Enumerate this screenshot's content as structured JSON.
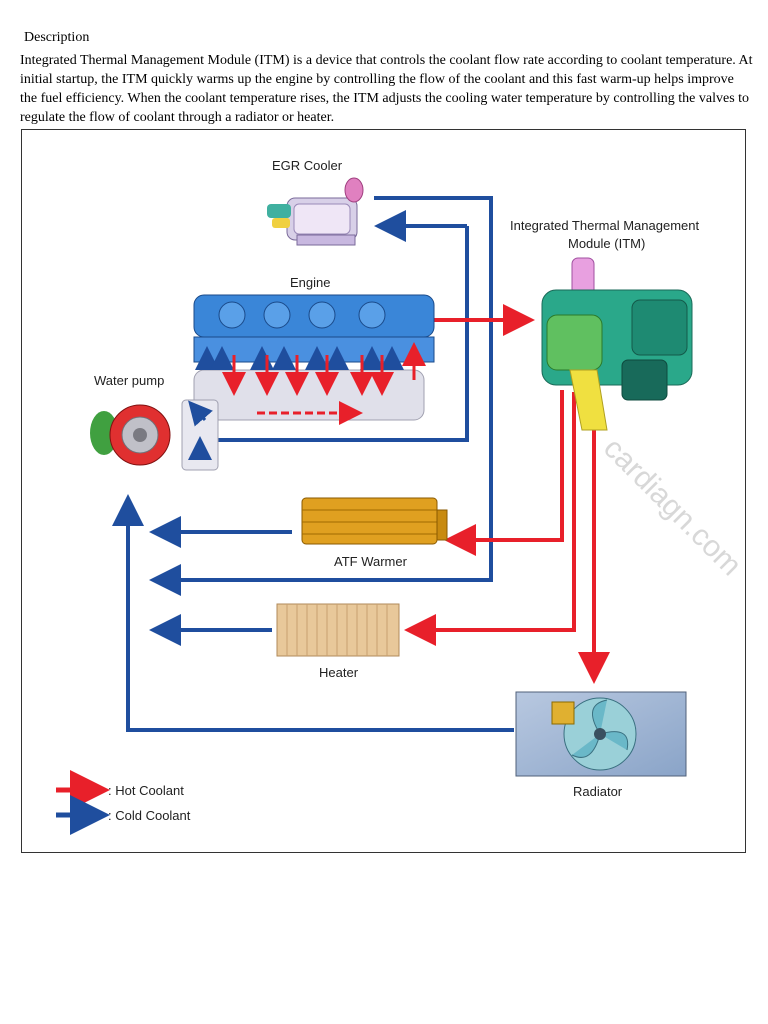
{
  "header": "Description",
  "description": "Integrated Thermal Management Module (ITM) is a device that controls the coolant flow rate according to coolant temperature. At initial startup, the ITM quickly warms up the engine by controlling the flow of the coolant and this fast warm-up helps improve the fuel efficiency. When the coolant temperature rises, the ITM adjusts the cooling water temperature by controlling the valves to regulate the flow of coolant through a radiator or heater.",
  "diagram": {
    "labels": {
      "egr_cooler": "EGR Cooler",
      "itm_line1": "Integrated Thermal Management",
      "itm_line2": "Module (ITM)",
      "engine": "Engine",
      "water_pump": "Water pump",
      "atf_warmer": "ATF Warmer",
      "heater": "Heater",
      "radiator": "Radiator"
    },
    "legend": {
      "hot": ": Hot Coolant",
      "cold": ": Cold Coolant"
    },
    "watermark": "cardiagn.com",
    "colors": {
      "hot": "#e8202a",
      "cold": "#1f4e9e",
      "engine": "#3a86d8",
      "itm": "#2aa88a",
      "atf": "#e0a020",
      "heater": "#e8c89a"
    }
  }
}
